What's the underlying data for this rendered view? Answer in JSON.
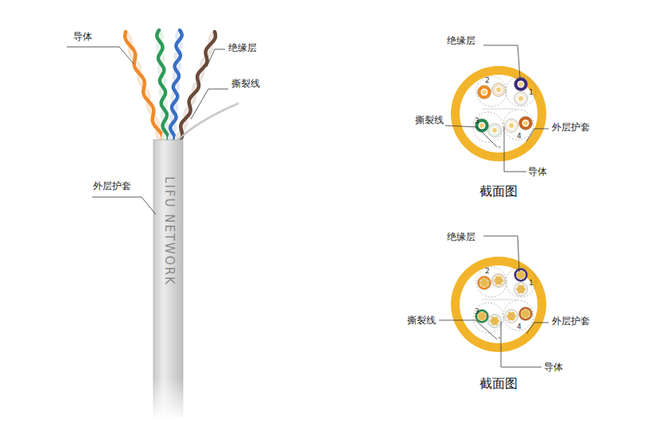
{
  "diagram": {
    "labels": [
      "导体",
      "绝缘层",
      "撕裂线",
      "外层护套",
      "LIFU NETWORK",
      "绝缘层",
      "撕裂线",
      "外层护套",
      "导体",
      "1",
      "2",
      "3",
      "4",
      "截面图",
      "绝缘层",
      "撕裂线",
      "外层护套",
      "导体",
      "1",
      "2",
      "3",
      "4",
      "截面图"
    ]
  }
}
